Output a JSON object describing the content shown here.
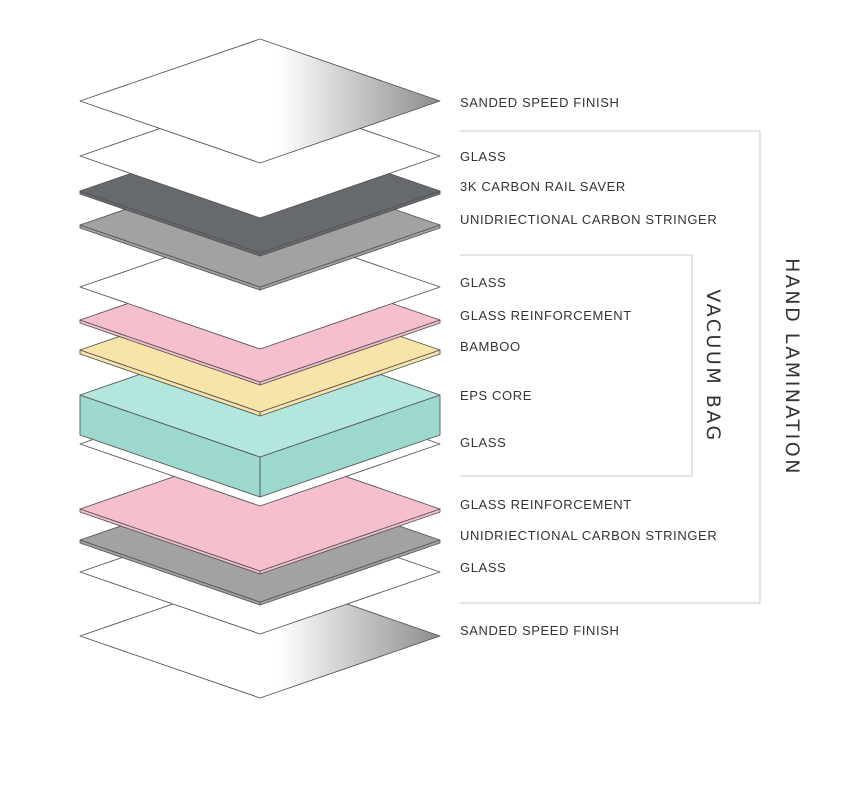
{
  "layers": [
    {
      "label": "SANDED SPEED FINISH",
      "color": "#ffffff",
      "finish": "gradient"
    },
    {
      "label": "GLASS",
      "color": "#ffffff"
    },
    {
      "label": "3K CARBON RAIL SAVER",
      "color": "#66696e"
    },
    {
      "label": "UNIDRIECTIONAL CARBON STRINGER",
      "color": "#a2a2a2"
    },
    {
      "label": "GLASS",
      "color": "#ffffff"
    },
    {
      "label": "GLASS REINFORCEMENT",
      "color": "#f6bfcd"
    },
    {
      "label": "BAMBOO",
      "color": "#f8e4a8"
    },
    {
      "label": "EPS CORE",
      "color": "#b3e6dd",
      "side_color": "#9dd8cf"
    },
    {
      "label": "GLASS",
      "color": "#ffffff"
    },
    {
      "label": "GLASS REINFORCEMENT",
      "color": "#f6bfcd"
    },
    {
      "label": "UNIDRIECTIONAL CARBON STRINGER",
      "color": "#a2a2a2"
    },
    {
      "label": "GLASS",
      "color": "#ffffff"
    },
    {
      "label": "SANDED SPEED FINISH",
      "color": "#ffffff",
      "finish": "gradient"
    }
  ],
  "groups": {
    "vacuum_bag": {
      "label": "VACUUM BAG"
    },
    "hand_lamination": {
      "label": "HAND LAMINATION"
    }
  },
  "colors": {
    "outline": "#555555",
    "bracket": "#c9c9c9",
    "text": "#333333",
    "gradient_dark": "#8c8c8c"
  }
}
